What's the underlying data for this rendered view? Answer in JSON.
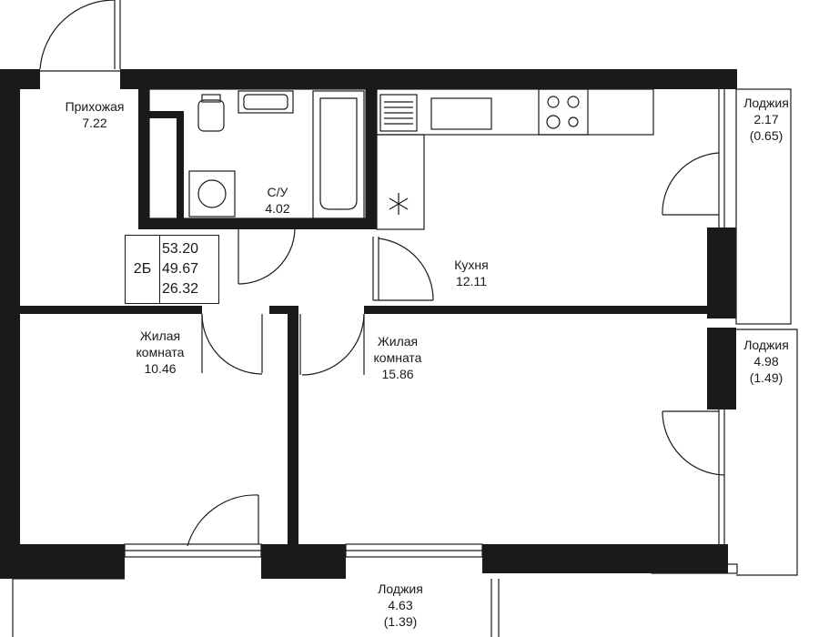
{
  "unit_type": "2Б",
  "areas": [
    "53.20",
    "49.67",
    "26.32"
  ],
  "rooms": {
    "hallway": {
      "name": "Прихожая",
      "area": "7.22"
    },
    "bathroom": {
      "name": "С/У",
      "area": "4.02"
    },
    "kitchen": {
      "name": "Кухня",
      "area": "12.11"
    },
    "living1": {
      "name": [
        "Жилая",
        "комната"
      ],
      "area": "10.46"
    },
    "living2": {
      "name": [
        "Жилая",
        "комната"
      ],
      "area": "15.86"
    },
    "loggia1": {
      "name": "Лоджия",
      "area": "2.17",
      "reduced": "(0.65)"
    },
    "loggia2": {
      "name": "Лоджия",
      "area": "4.98",
      "reduced": "(1.49)"
    },
    "loggia3": {
      "name": "Лоджия",
      "area": "4.63",
      "reduced": "(1.39)"
    }
  },
  "colors": {
    "wall": "#1a1a1a",
    "line": "#1a1a1a",
    "background": "#ffffff"
  }
}
